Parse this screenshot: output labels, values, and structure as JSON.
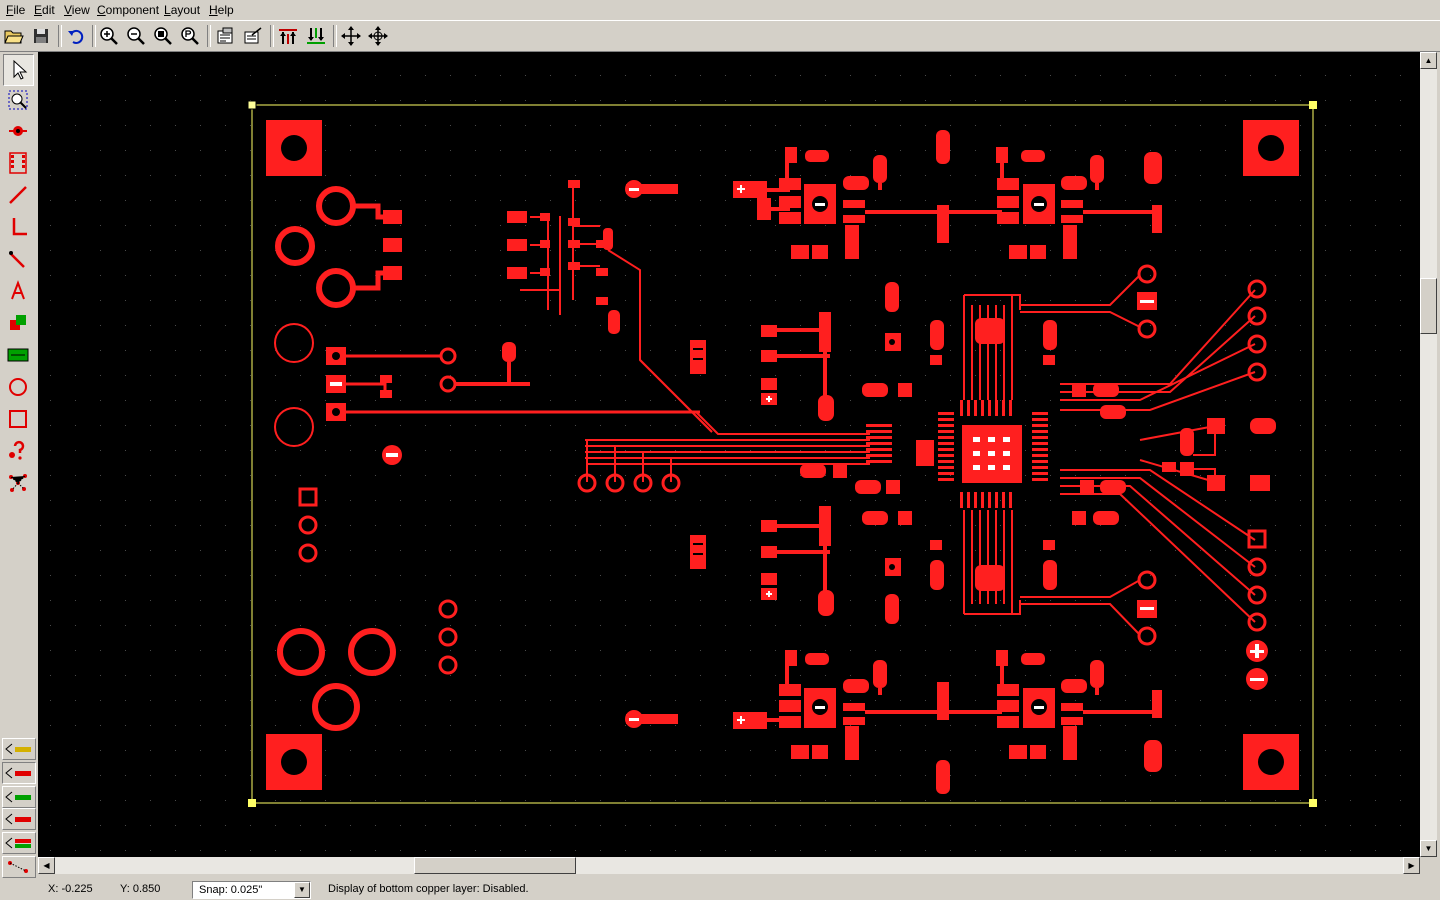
{
  "menu": {
    "file": "File",
    "edit": "Edit",
    "view": "View",
    "component": "Component",
    "layout": "Layout",
    "help": "Help"
  },
  "toolbar": {
    "icons": [
      "open-folder-icon",
      "save-icon",
      "undo-icon",
      "zoom-in-icon",
      "zoom-out-icon",
      "zoom-fit-icon",
      "zoom-previous-icon",
      "properties-icon",
      "component-properties-icon",
      "flip-up-icon",
      "flip-down-icon",
      "move-icon",
      "rotate-move-icon"
    ]
  },
  "left_tools": {
    "icons": [
      "select-arrow-icon",
      "zoom-select-icon",
      "place-via-icon",
      "place-component-icon",
      "draw-trace-icon",
      "draw-angle-trace-icon",
      "draw-diagonal-trace-icon",
      "place-text-icon",
      "place-pad-icon",
      "fill-area-icon",
      "draw-circle-icon",
      "draw-rectangle-icon",
      "query-icon",
      "ratsnest-icon"
    ]
  },
  "layer_buttons": {
    "icons": [
      "layer-top-silk-icon",
      "layer-top-copper-icon",
      "layer-inner-copper-icon",
      "layer-bottom-copper-icon",
      "layer-bottom-silk-icon",
      "connections-icon"
    ]
  },
  "colors": {
    "copper": "#ff1f1f",
    "board_outline": "#ffff66",
    "background": "#000000",
    "grid": "#404040"
  },
  "status": {
    "x": "X: -0.225",
    "y": "Y: 0.850",
    "snap": "Snap:  0.025\"",
    "message": "Display of bottom copper layer:  Disabled."
  }
}
